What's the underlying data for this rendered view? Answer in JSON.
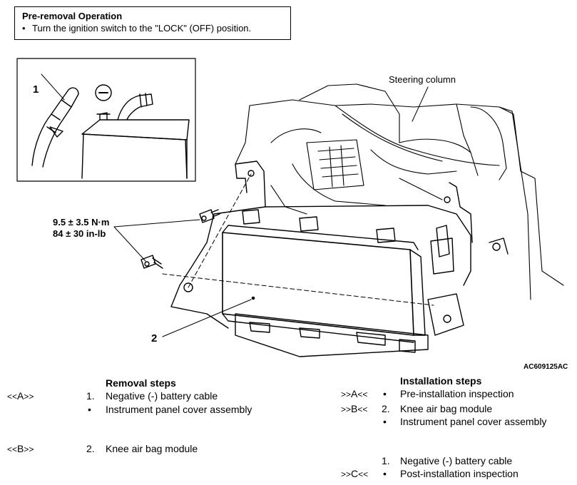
{
  "pre_removal": {
    "title": "Pre-removal Operation",
    "item": "Turn the ignition switch to the \"LOCK\" (OFF) position."
  },
  "figure": {
    "callout_1": "1",
    "callout_2": "2",
    "steering_column": "Steering column",
    "torque_nm": "9.5 ± 3.5 N·m",
    "torque_inlb": "84 ± 30 in-lb",
    "code": "AC609125AC",
    "icons": [
      "battery-icon",
      "minus-terminal-icon",
      "knee-air-bag-module-icon",
      "bolt-icon"
    ]
  },
  "removal": {
    "heading": "Removal steps",
    "ref_a": {
      "pre": "<<",
      "letter": "A",
      "post": ">>"
    },
    "ref_b": {
      "pre": "<<",
      "letter": "B",
      "post": ">>"
    },
    "s1_marker": "1.",
    "s1_label": "Negative (-) battery cable",
    "s2_marker": "•",
    "s2_label": "Instrument panel cover assembly",
    "s3_marker": "2.",
    "s3_label": "Knee air bag module"
  },
  "installation": {
    "heading": "Installation steps",
    "ref_a": {
      "pre": ">>",
      "letter": "A",
      "post": "<<"
    },
    "ref_b": {
      "pre": ">>",
      "letter": "B",
      "post": "<<"
    },
    "ref_c": {
      "pre": ">>",
      "letter": "C",
      "post": "<<"
    },
    "s1_marker": "•",
    "s1_label": "Pre-installation inspection",
    "s2_marker": "2.",
    "s2_label": "Knee air bag module",
    "s3_marker": "•",
    "s3_label": "Instrument panel cover assembly",
    "s4_marker": "1.",
    "s4_label": "Negative (-) battery cable",
    "s5_marker": "•",
    "s5_label": "Post-installation inspection"
  }
}
